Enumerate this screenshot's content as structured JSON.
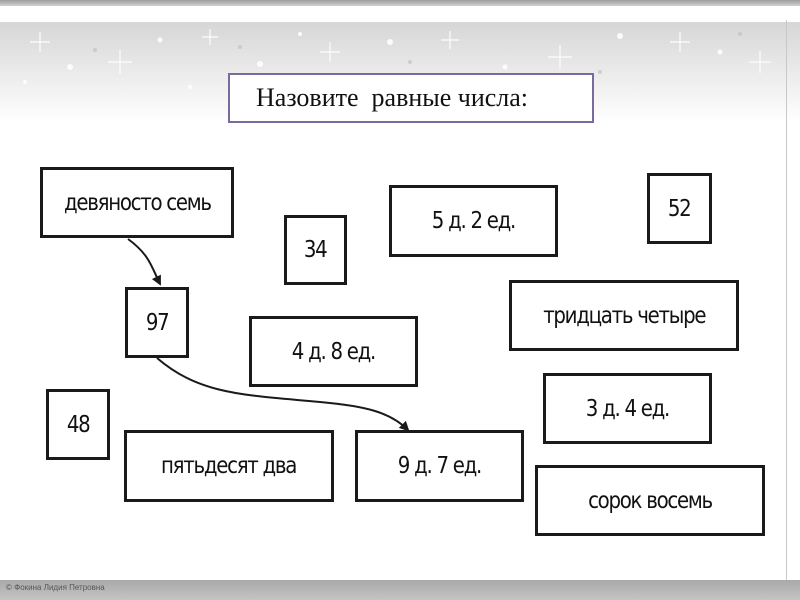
{
  "slide": {
    "title": "Назовите  равные числа:",
    "footer": "© Фокина Лидия Петровна"
  },
  "cards": {
    "ninety_seven_words": "девяносто семь",
    "thirty_four": "34",
    "five_d_two_u": "5 д. 2 ед.",
    "fifty_two": "52",
    "ninety_seven": "97",
    "thirty_four_words": "тридцать четыре",
    "four_d_eight_u": "4 д. 8 ед.",
    "forty_eight": "48",
    "fifty_two_words": "пятьдесят два",
    "nine_d_seven_u": "9 д. 7 ед.",
    "three_d_four_u": "3 д. 4 ед.",
    "forty_eight_words": "сорок восемь"
  },
  "colors": {
    "title_border": "#7b6aa0",
    "card_border": "#1a1a1a",
    "frame": "#bdbdbd"
  }
}
